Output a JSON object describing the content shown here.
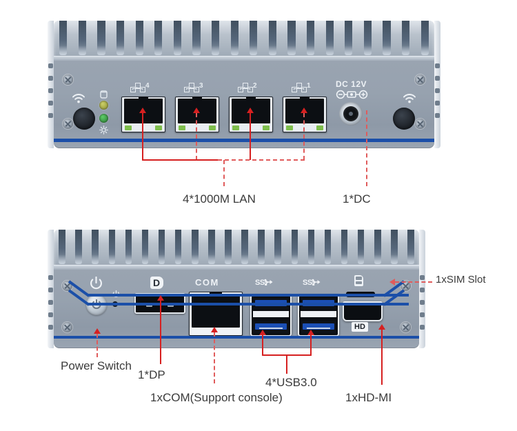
{
  "diagram": {
    "title": "Mini PC front and rear port layout",
    "accent_color": "#1b4fa8",
    "callout_color": "#d62020"
  },
  "front_panel": {
    "name": "rear-io-panel",
    "silkscreen": {
      "dc_label": "DC 12V",
      "lan_numbers": [
        "4",
        "3",
        "2",
        "1"
      ]
    },
    "indicators": [
      {
        "name": "hdd-led",
        "color": "#b8bc49"
      },
      {
        "name": "power-led",
        "color": "#3fae4b"
      }
    ],
    "icons": [
      "wifi-icon",
      "hdd-icon",
      "power-lamp-icon",
      "lan-icon",
      "dc-polarity-icon"
    ],
    "ports": [
      {
        "name": "lan-port-4",
        "type": "RJ45"
      },
      {
        "name": "lan-port-3",
        "type": "RJ45"
      },
      {
        "name": "lan-port-2",
        "type": "RJ45"
      },
      {
        "name": "lan-port-1",
        "type": "RJ45"
      },
      {
        "name": "dc-jack",
        "type": "DC"
      }
    ],
    "callouts": [
      {
        "name": "callout-lan",
        "label": "4*1000M LAN"
      },
      {
        "name": "callout-dc",
        "label": "1*DC"
      }
    ]
  },
  "rear_panel": {
    "name": "front-io-panel",
    "silkscreen": {
      "com_label": "COM",
      "dp_logo": "D",
      "ss_logo_left": "SS",
      "ss_logo_right": "SS",
      "hd_badge": "HD"
    },
    "icons": [
      "power-symbol-icon",
      "displayport-icon",
      "usb-superspeed-icon",
      "sim-card-icon",
      "hdmi-icon"
    ],
    "ports": [
      {
        "name": "power-button",
        "type": "button"
      },
      {
        "name": "dp-port",
        "type": "DisplayPort"
      },
      {
        "name": "com-port",
        "type": "RJ45 serial"
      },
      {
        "name": "usb-stack-left",
        "type": "USB3.0 x2"
      },
      {
        "name": "usb-stack-right",
        "type": "USB3.0 x2"
      },
      {
        "name": "sim-slot",
        "type": "SIM"
      },
      {
        "name": "hdmi-port",
        "type": "HDMI"
      }
    ],
    "callouts": [
      {
        "name": "callout-power-switch",
        "label": "Power Switch"
      },
      {
        "name": "callout-dp",
        "label": "1*DP"
      },
      {
        "name": "callout-com",
        "label": "1xCOM(Support console)"
      },
      {
        "name": "callout-usb",
        "label": "4*USB3.0"
      },
      {
        "name": "callout-hdmi",
        "label": "1xHD-MI"
      },
      {
        "name": "callout-sim",
        "label": "1xSIM Slot"
      }
    ]
  }
}
